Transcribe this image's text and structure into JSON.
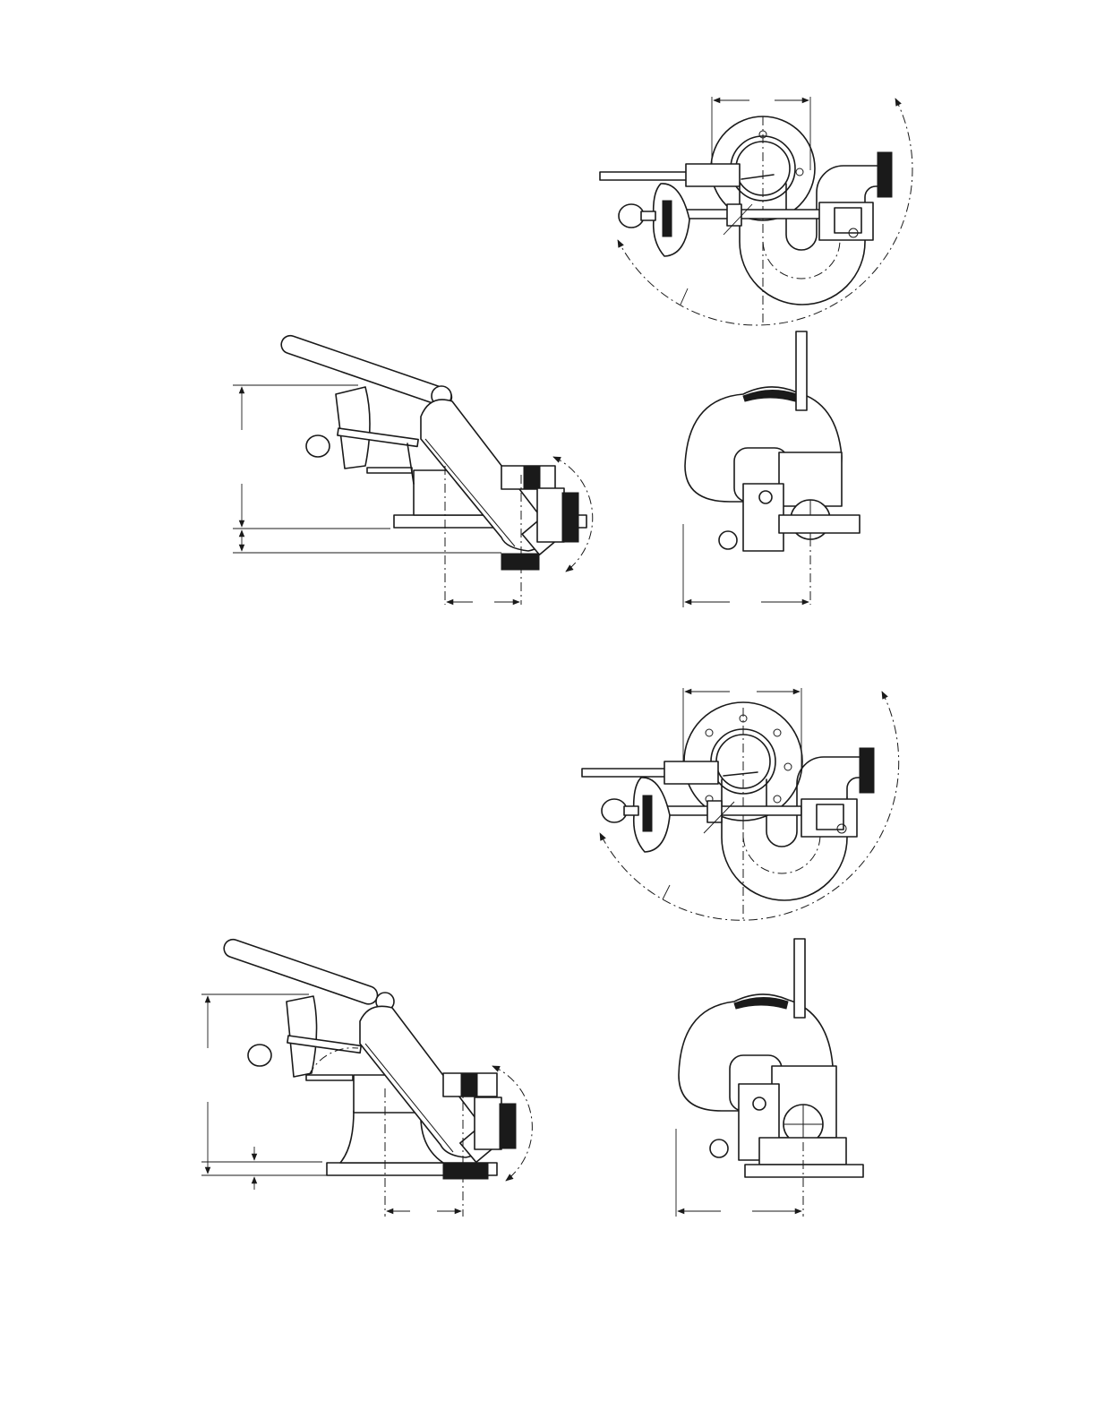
{
  "drawing": {
    "line_color": "#1a1a1a",
    "background": "#ffffff",
    "views": [
      {
        "id": "top-view-upper"
      },
      {
        "id": "side-view-upper"
      },
      {
        "id": "front-view-upper"
      },
      {
        "id": "top-view-lower"
      },
      {
        "id": "side-view-lower"
      },
      {
        "id": "front-view-lower"
      }
    ]
  }
}
